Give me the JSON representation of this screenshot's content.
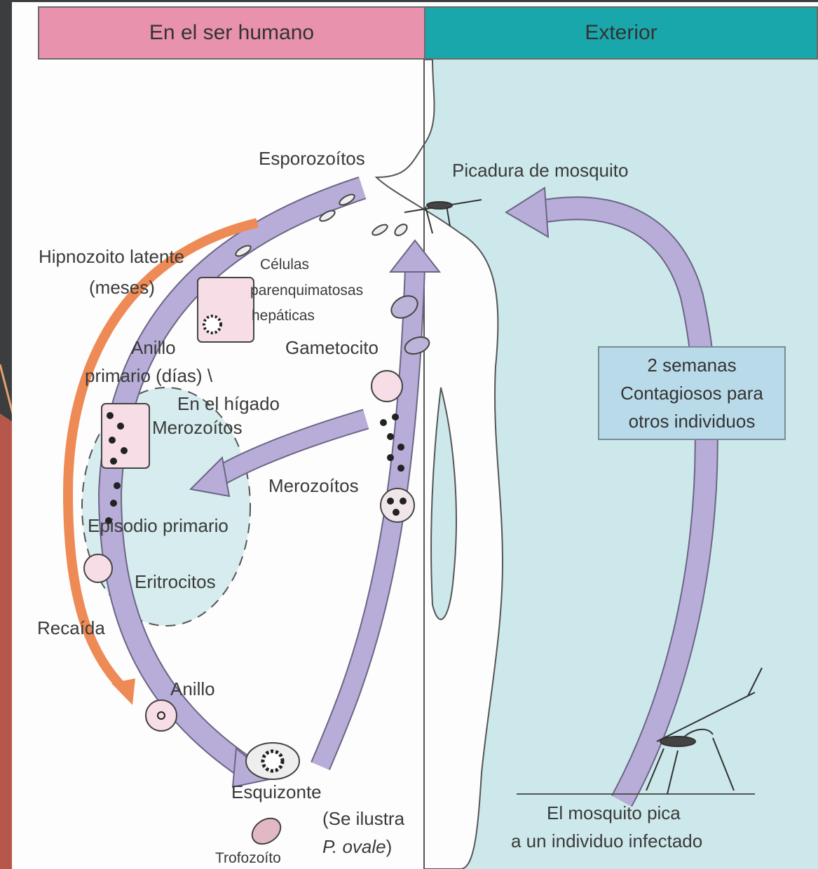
{
  "headers": {
    "left": "En el ser humano",
    "right": "Exterior"
  },
  "colors": {
    "left_header": "#e892ad",
    "right_header": "#1aa7ac",
    "exterior_bg": "#cde8ea",
    "cycle_arrow": "#b7add8",
    "relapse_arrow": "#ee8a55",
    "slide_bg": "#3b3d3e",
    "slide_accent": "#b5574b"
  },
  "labels": {
    "esporozoitos": "Esporozoítos",
    "picadura": "Picadura de mosquito",
    "hipnozoito": "Hipnozoito latente",
    "meses": "(meses)",
    "celulas_1": "Células",
    "celulas_2": "parenquimatosas",
    "celulas_3": "hepáticas",
    "gametocito": "Gametocito",
    "anillo_primario_1": "Anillo",
    "anillo_primario_2": "primario (días) \\",
    "en_higado": "En el hígado",
    "merozoitos_liver": "Merozoítos",
    "merozoitos_blood": "Merozoítos",
    "episodio": "Episodio primario",
    "eritrocitos": "Eritrocitos",
    "recaida": "Recaída",
    "anillo": "Anillo",
    "esquizonte": "Esquizonte",
    "se_ilustra_1": "(Se ilustra",
    "se_ilustra_2": "P. ovale)",
    "trofozoito": "Trofozoíto",
    "mosquito_pica_1": "El mosquito pica",
    "mosquito_pica_2": "a un individuo infectado"
  },
  "info_box": {
    "line1": "2 semanas",
    "line2": "Contagiosos para",
    "line3": "otros individuos"
  }
}
